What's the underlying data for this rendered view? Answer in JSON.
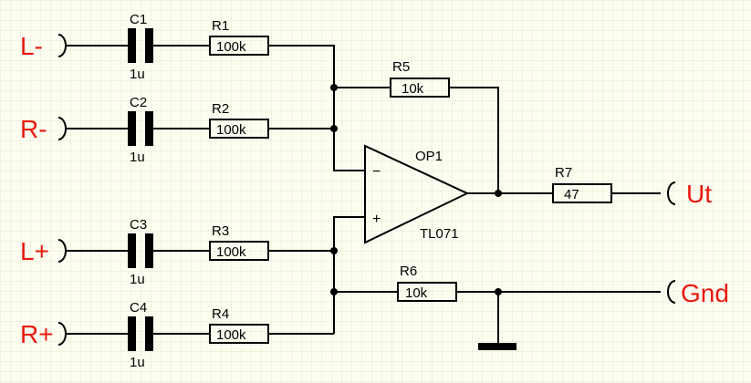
{
  "colors": {
    "background": "#fdfdf0",
    "grid": "#e6e6d6",
    "wire": "#000000",
    "pin_label": "#e8190f"
  },
  "pins": {
    "l_minus": "L-",
    "r_minus": "R-",
    "l_plus": "L+",
    "r_plus": "R+",
    "ut": "Ut",
    "gnd": "Gnd"
  },
  "capacitors": [
    {
      "name": "C1",
      "value": "1u"
    },
    {
      "name": "C2",
      "value": "1u"
    },
    {
      "name": "C3",
      "value": "1u"
    },
    {
      "name": "C4",
      "value": "1u"
    }
  ],
  "resistors": [
    {
      "name": "R1",
      "value": "100k"
    },
    {
      "name": "R2",
      "value": "100k"
    },
    {
      "name": "R3",
      "value": "100k"
    },
    {
      "name": "R4",
      "value": "100k"
    },
    {
      "name": "R5",
      "value": "10k"
    },
    {
      "name": "R6",
      "value": "10k"
    },
    {
      "name": "R7",
      "value": "47"
    }
  ],
  "opamp": {
    "name": "OP1",
    "part": "TL071",
    "inverting_sign": "−",
    "noninverting_sign": "+"
  }
}
